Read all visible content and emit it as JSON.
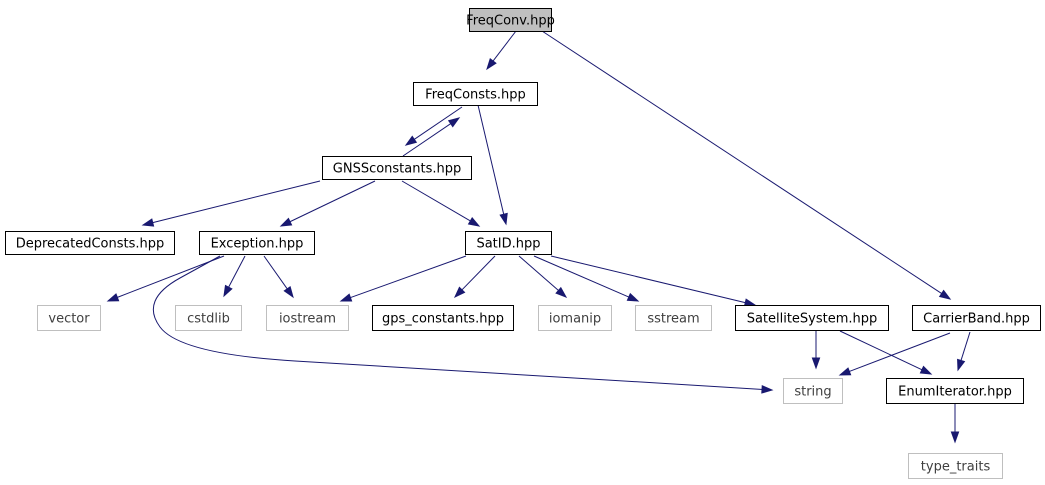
{
  "colors": {
    "edge": "#191970",
    "root_fill": "#bfbfbf",
    "node_border": "#000000",
    "system_border": "#bfbfbf",
    "system_text": "#3f3f3f",
    "text": "#000000"
  },
  "nodes": [
    {
      "id": "freqconv",
      "label": "FreqConv.hpp",
      "kind": "root"
    },
    {
      "id": "freqconsts",
      "label": "FreqConsts.hpp",
      "kind": "local"
    },
    {
      "id": "gnssconstants",
      "label": "GNSSconstants.hpp",
      "kind": "local"
    },
    {
      "id": "deprecatedconsts",
      "label": "DeprecatedConsts.hpp",
      "kind": "local"
    },
    {
      "id": "exception",
      "label": "Exception.hpp",
      "kind": "local"
    },
    {
      "id": "satid",
      "label": "SatID.hpp",
      "kind": "local"
    },
    {
      "id": "vector",
      "label": "vector",
      "kind": "system"
    },
    {
      "id": "cstdlib",
      "label": "cstdlib",
      "kind": "system"
    },
    {
      "id": "iostream",
      "label": "iostream",
      "kind": "system"
    },
    {
      "id": "gps_constants",
      "label": "gps_constants.hpp",
      "kind": "local"
    },
    {
      "id": "iomanip",
      "label": "iomanip",
      "kind": "system"
    },
    {
      "id": "sstream",
      "label": "sstream",
      "kind": "system"
    },
    {
      "id": "satellitesystem",
      "label": "SatelliteSystem.hpp",
      "kind": "local"
    },
    {
      "id": "carrierband",
      "label": "CarrierBand.hpp",
      "kind": "local"
    },
    {
      "id": "string",
      "label": "string",
      "kind": "system"
    },
    {
      "id": "enumiterator",
      "label": "EnumIterator.hpp",
      "kind": "local"
    },
    {
      "id": "type_traits",
      "label": "type_traits",
      "kind": "system"
    }
  ],
  "edges": [
    {
      "from": "freqconv",
      "to": "freqconsts"
    },
    {
      "from": "freqconv",
      "to": "carrierband"
    },
    {
      "from": "freqconsts",
      "to": "gnssconstants"
    },
    {
      "from": "gnssconstants",
      "to": "freqconsts"
    },
    {
      "from": "freqconsts",
      "to": "satid"
    },
    {
      "from": "gnssconstants",
      "to": "deprecatedconsts"
    },
    {
      "from": "gnssconstants",
      "to": "exception"
    },
    {
      "from": "gnssconstants",
      "to": "satid"
    },
    {
      "from": "exception",
      "to": "vector"
    },
    {
      "from": "exception",
      "to": "cstdlib"
    },
    {
      "from": "exception",
      "to": "iostream"
    },
    {
      "from": "exception",
      "to": "string"
    },
    {
      "from": "satid",
      "to": "iostream"
    },
    {
      "from": "satid",
      "to": "gps_constants"
    },
    {
      "from": "satid",
      "to": "iomanip"
    },
    {
      "from": "satid",
      "to": "sstream"
    },
    {
      "from": "satid",
      "to": "satellitesystem"
    },
    {
      "from": "satellitesystem",
      "to": "string"
    },
    {
      "from": "satellitesystem",
      "to": "enumiterator"
    },
    {
      "from": "carrierband",
      "to": "string"
    },
    {
      "from": "carrierband",
      "to": "enumiterator"
    },
    {
      "from": "enumiterator",
      "to": "type_traits"
    }
  ]
}
